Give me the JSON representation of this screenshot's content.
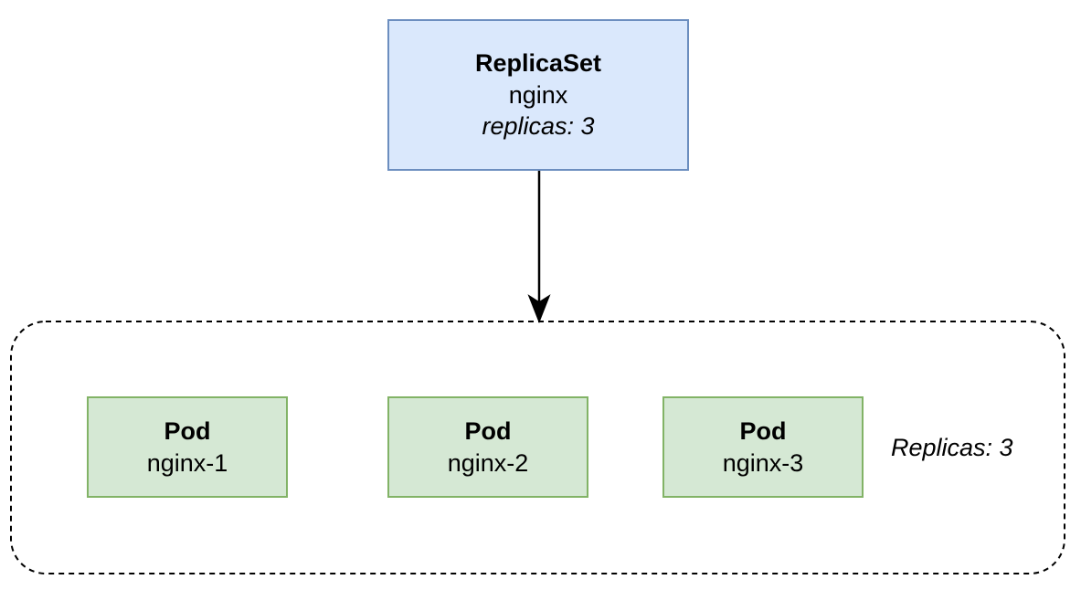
{
  "replicaset": {
    "kind": "ReplicaSet",
    "name": "nginx",
    "replicas": "replicas: 3"
  },
  "pods": [
    {
      "kind": "Pod",
      "name": "nginx-1"
    },
    {
      "kind": "Pod",
      "name": "nginx-2"
    },
    {
      "kind": "Pod",
      "name": "nginx-3"
    }
  ],
  "group": {
    "label": "Replicas: 3"
  },
  "colors": {
    "replicaset_fill": "#dae8fc",
    "replicaset_stroke": "#6c8ebf",
    "pod_fill": "#d5e8d4",
    "pod_stroke": "#82b366",
    "group_stroke": "#000000",
    "arrow": "#000000"
  }
}
